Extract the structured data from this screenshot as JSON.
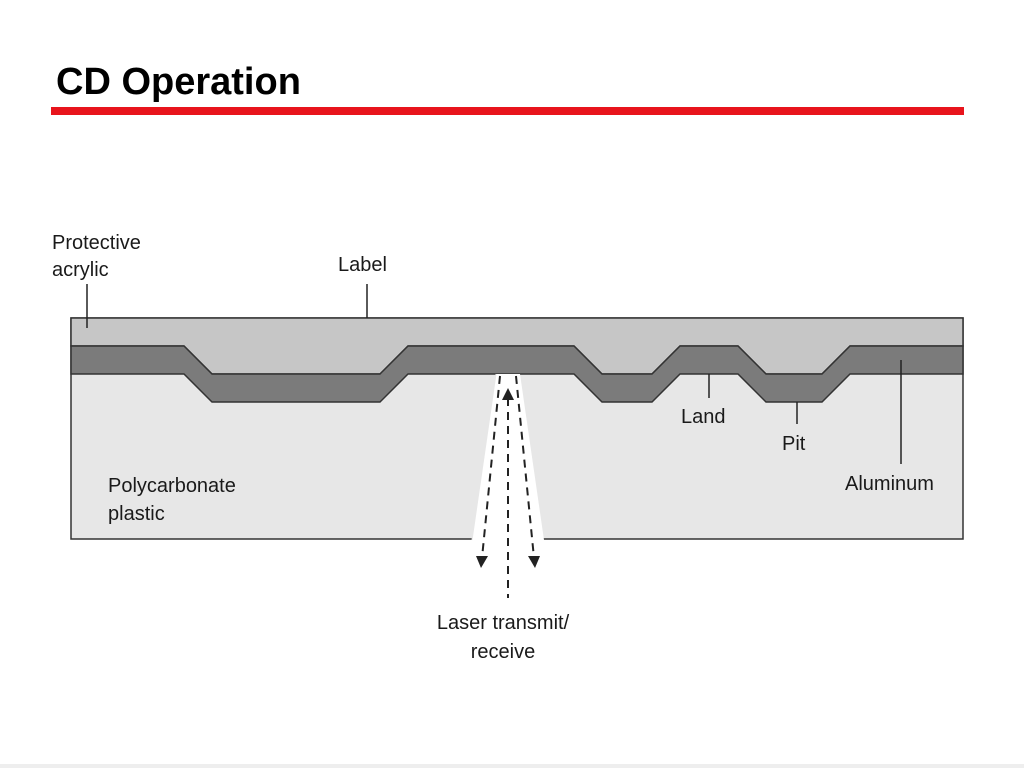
{
  "slide": {
    "title": "CD Operation"
  },
  "colors": {
    "accent_rule": "#e8141c",
    "acrylic_label_layer": "#c6c6c6",
    "aluminum_layer": "#7b7b7b",
    "polycarbonate_layer": "#e7e7e7",
    "laser_beam": "#ffffff",
    "outline": "#333333"
  },
  "diagram": {
    "labels": {
      "protective_acrylic": [
        "Protective",
        "acrylic"
      ],
      "label": "Label",
      "land": "Land",
      "pit": "Pit",
      "aluminum": "Aluminum",
      "polycarbonate": [
        "Polycarbonate",
        "plastic"
      ],
      "laser": [
        "Laser transmit/",
        "receive"
      ]
    }
  }
}
